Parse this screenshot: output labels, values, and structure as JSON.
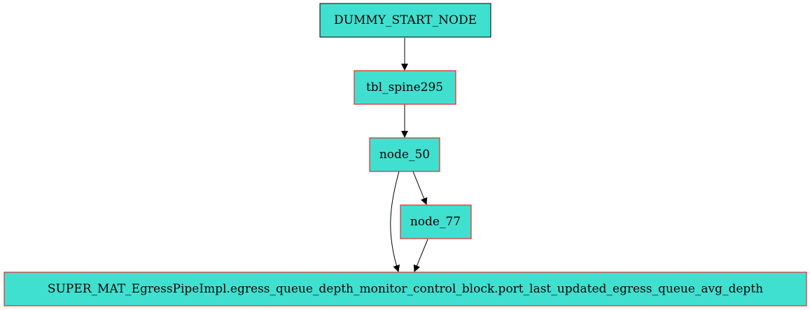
{
  "diagram": {
    "type": "directed-graph",
    "node_fill": "#40e0d0",
    "edge_color": "#000000",
    "nodes": [
      {
        "id": "dummy_start",
        "label": "DUMMY_START_NODE",
        "border": "#000000"
      },
      {
        "id": "tbl_spine295",
        "label": "tbl_spine295",
        "border": "#ff0000"
      },
      {
        "id": "node_50",
        "label": "node_50",
        "border": "#ff0000"
      },
      {
        "id": "node_77",
        "label": "node_77",
        "border": "#ff0000"
      },
      {
        "id": "super_mat",
        "label": "SUPER_MAT_EgressPipeImpl.egress_queue_depth_monitor_control_block.port_last_updated_egress_queue_avg_depth",
        "border": "#ff0000"
      }
    ],
    "edges": [
      {
        "from": "dummy_start",
        "to": "tbl_spine295"
      },
      {
        "from": "tbl_spine295",
        "to": "node_50"
      },
      {
        "from": "node_50",
        "to": "super_mat"
      },
      {
        "from": "node_50",
        "to": "node_77"
      },
      {
        "from": "node_77",
        "to": "super_mat"
      }
    ]
  }
}
